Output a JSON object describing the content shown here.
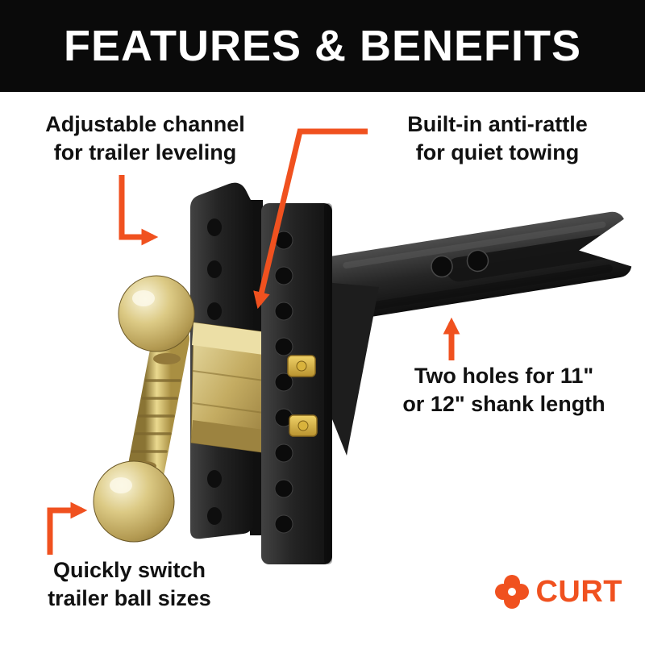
{
  "banner": {
    "title": "FEATURES & BENEFITS"
  },
  "colors": {
    "accent": "#f0511f",
    "banner_bg": "#0a0a0a",
    "text": "#111111",
    "steel": "#262626",
    "gold": "#c9b36a"
  },
  "callouts": [
    {
      "name": "adjustable-channel",
      "line1": "Adjustable channel",
      "line2": "for trailer leveling"
    },
    {
      "name": "anti-rattle",
      "line1": "Built-in anti-rattle",
      "line2": "for quiet towing"
    },
    {
      "name": "shank-length",
      "line1": "Two holes for 11\"",
      "line2": "or 12\" shank length"
    },
    {
      "name": "ball-sizes",
      "line1": "Quickly switch",
      "line2": "trailer ball sizes"
    }
  ],
  "logo": {
    "brand": "CURT",
    "icon": "curt-clover-icon"
  }
}
